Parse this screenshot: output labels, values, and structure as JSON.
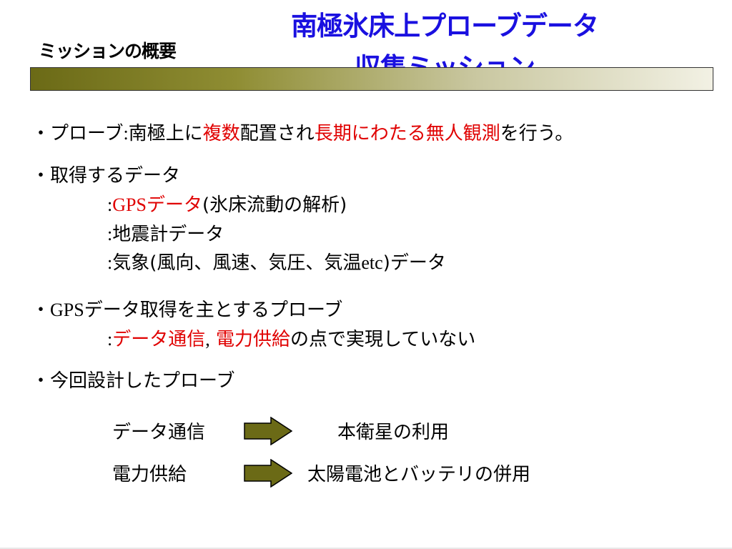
{
  "header": {
    "section_label": "ミッションの概要",
    "title_line1": "南極氷床上プローブデータ",
    "title_line2": "収集ミッション"
  },
  "colors": {
    "title": "#1a10e0",
    "emphasis": "#e00000",
    "arrow_fill": "#6b6a16"
  },
  "body": {
    "b1": {
      "bullet": "・",
      "p1": "プローブ",
      "colon": ":",
      "p2": "南極上に",
      "red1": "複数",
      "p3": "配置され",
      "red2": "長期にわたる無人観測",
      "p4": "を行う。"
    },
    "b2": {
      "bullet": "・",
      "heading": "取得するデータ",
      "s1_colon": ":",
      "s1_red_gps": "GPS",
      "s1_red_data": "データ",
      "s1_rest": "(氷床流動の解析)",
      "s2_colon": ":",
      "s2_text": "地震計データ",
      "s3_colon": ":",
      "s3_a": "気象(風向、風速、気圧、気温",
      "s3_etc": "etc",
      "s3_b": ")データ"
    },
    "b3": {
      "bullet": "・",
      "gps": "GPS",
      "rest": "データ取得を主とするプローブ",
      "sub_colon": ":",
      "red1": "データ通信",
      "comma": ",",
      "red2": "電力供給",
      "sub_rest": "の点で実現していない"
    },
    "b4": {
      "bullet": "・",
      "text": "今回設計したプローブ"
    }
  },
  "mappings": [
    {
      "from": "データ通信",
      "to": "本衛星の利用"
    },
    {
      "from": "電力供給",
      "to": "太陽電池とバッテリの併用"
    }
  ]
}
